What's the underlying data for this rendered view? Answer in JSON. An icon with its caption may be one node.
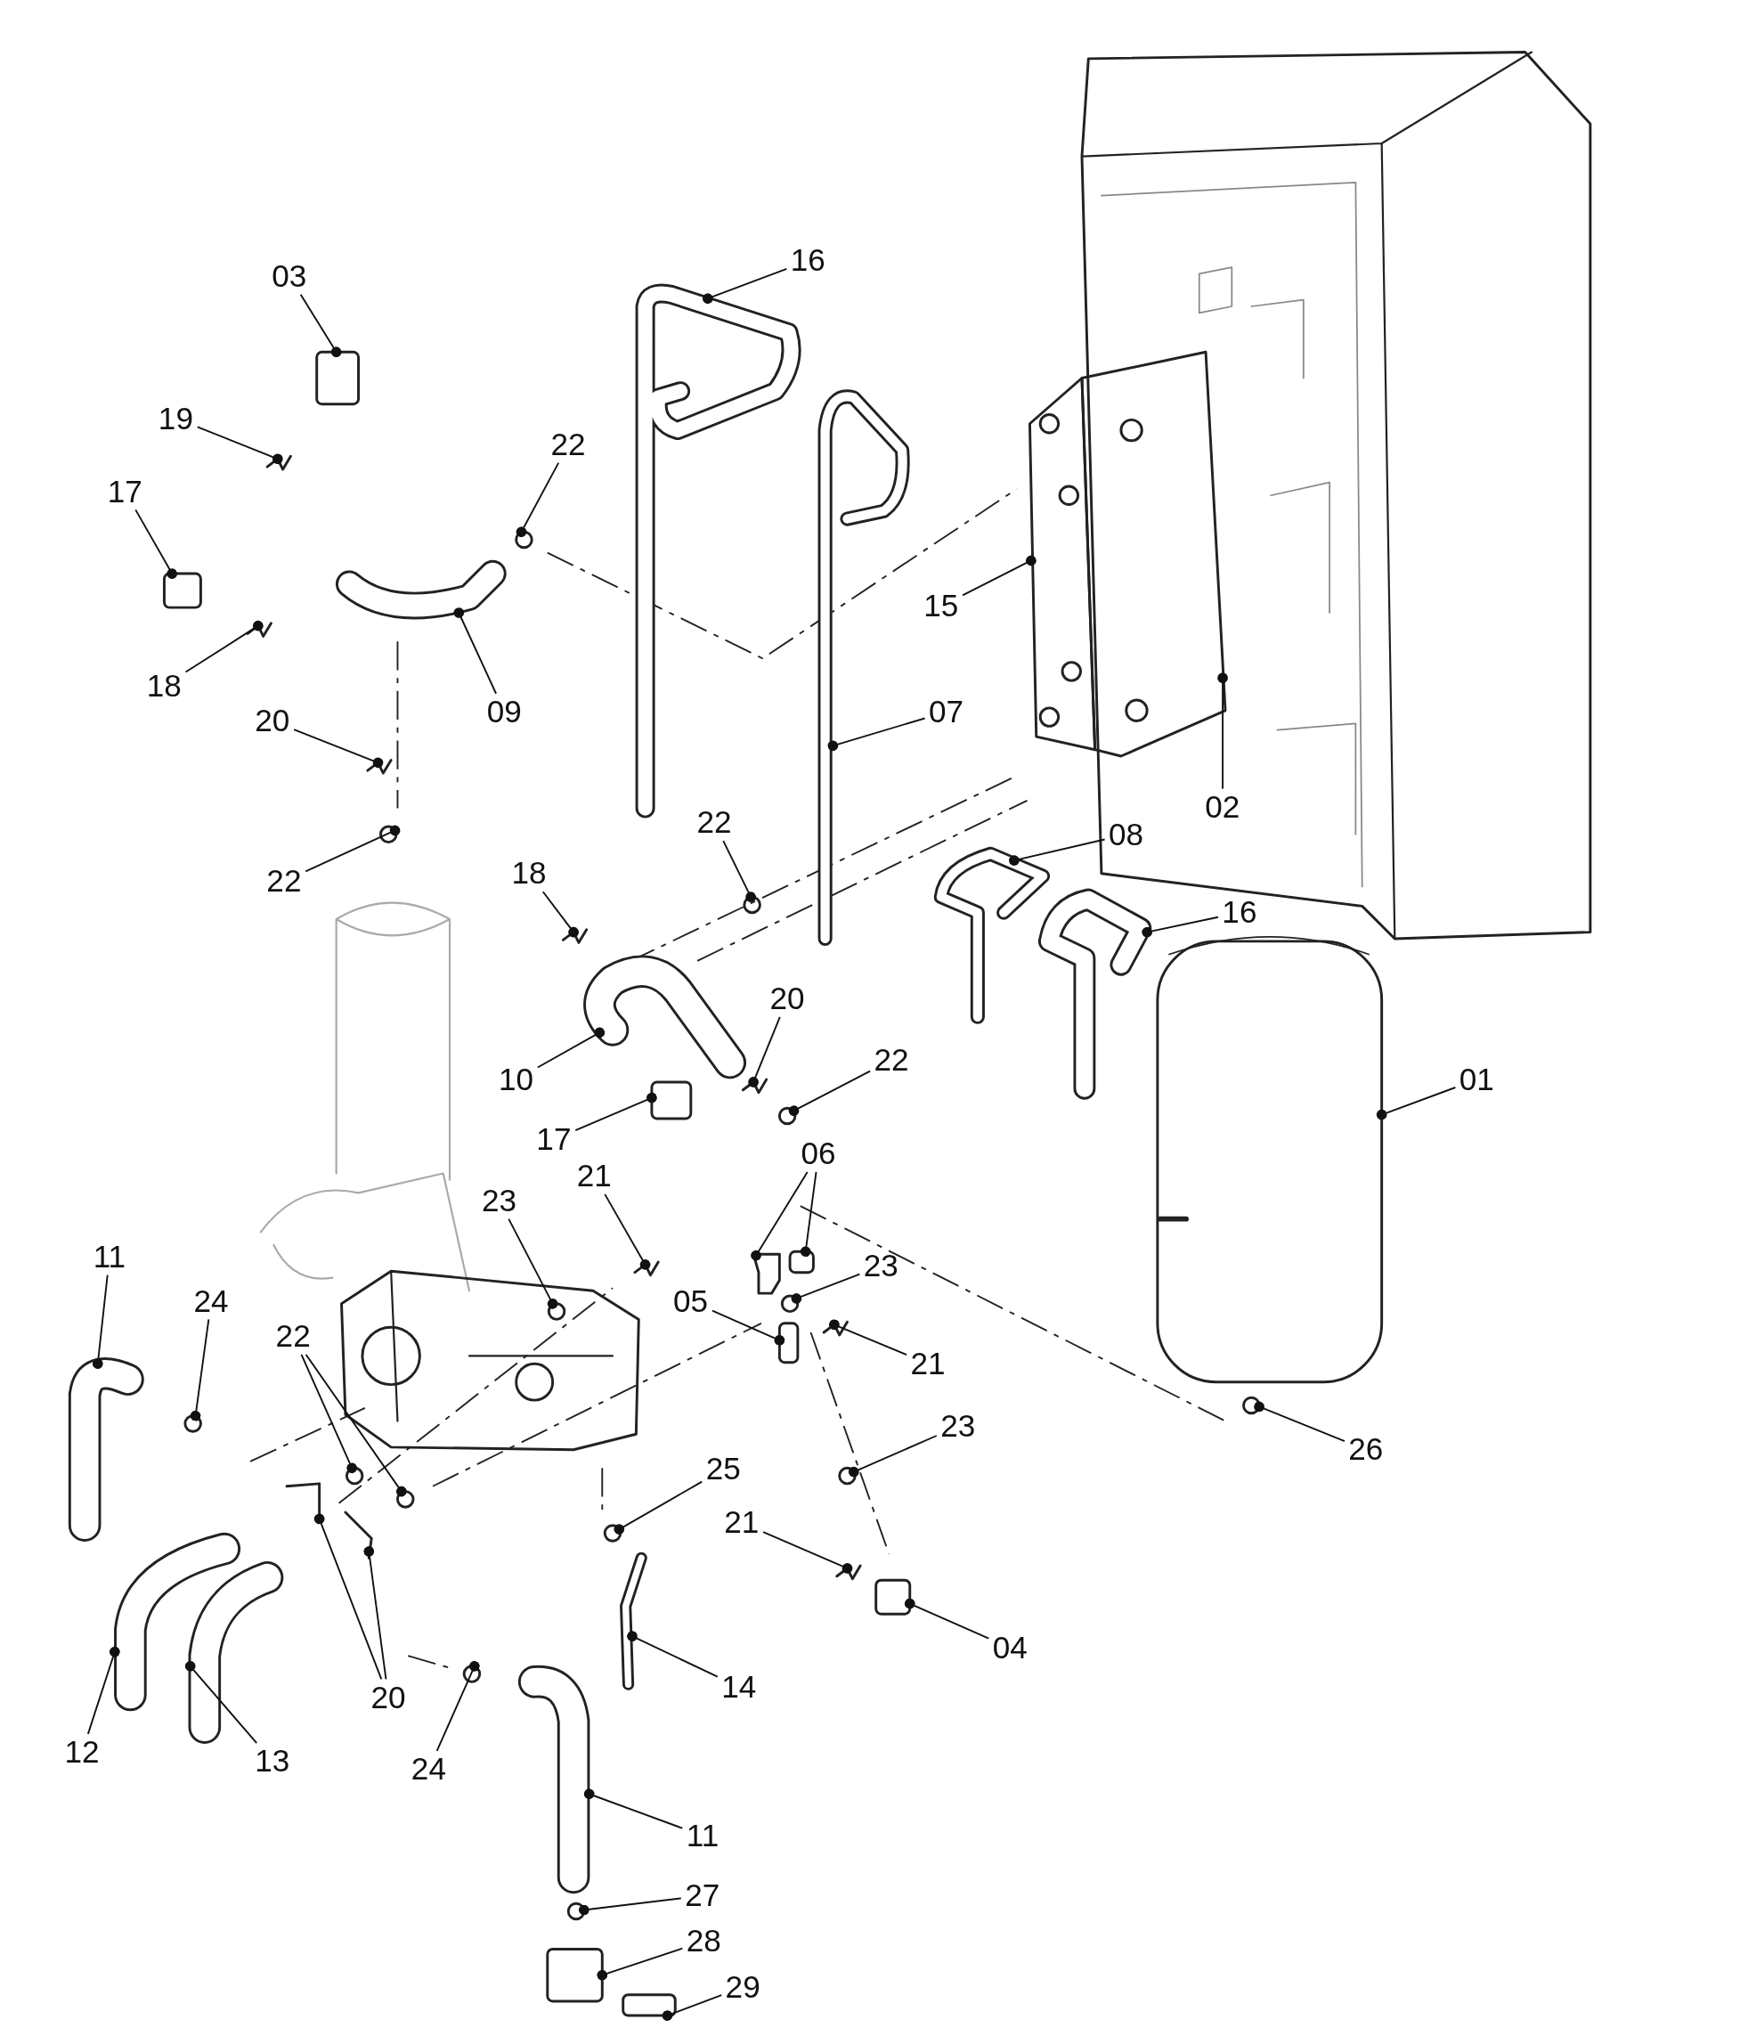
{
  "diagram": {
    "nodes": [
      {
        "text": [
          "16"
        ]
      },
      {
        "text": [
          "03"
        ]
      },
      {
        "text": [
          "22"
        ]
      },
      {
        "text": [
          "19"
        ]
      },
      {
        "text": [
          "17"
        ]
      },
      {
        "text": [
          "15"
        ]
      },
      {
        "text": [
          "18"
        ]
      },
      {
        "text": [
          "09"
        ]
      },
      {
        "text": [
          "07"
        ]
      },
      {
        "text": [
          "20"
        ]
      },
      {
        "text": [
          "02"
        ]
      },
      {
        "text": [
          "22"
        ]
      },
      {
        "text": [
          "22"
        ]
      },
      {
        "text": [
          "08"
        ]
      },
      {
        "text": [
          "18"
        ]
      },
      {
        "text": [
          "16"
        ]
      },
      {
        "text": [
          "20"
        ]
      },
      {
        "text": [
          "10"
        ]
      },
      {
        "text": [
          "01"
        ]
      },
      {
        "text": [
          "22"
        ]
      },
      {
        "text": [
          "17"
        ]
      },
      {
        "text": [
          "06"
        ]
      },
      {
        "text": [
          "21"
        ]
      },
      {
        "text": [
          "23"
        ]
      },
      {
        "text": [
          "11"
        ]
      },
      {
        "text": [
          "23"
        ]
      },
      {
        "text": [
          "24"
        ]
      },
      {
        "text": [
          "05"
        ]
      },
      {
        "text": [
          "22"
        ]
      },
      {
        "text": [
          "21"
        ]
      },
      {
        "text": [
          "23"
        ]
      },
      {
        "text": [
          "26"
        ]
      },
      {
        "text": [
          "25"
        ]
      },
      {
        "text": [
          "21"
        ]
      },
      {
        "text": [
          "04"
        ]
      },
      {
        "text": [
          "14"
        ]
      },
      {
        "text": [
          "20"
        ]
      },
      {
        "text": [
          "12"
        ]
      },
      {
        "text": [
          "13"
        ]
      },
      {
        "text": [
          "24"
        ]
      },
      {
        "text": [
          "11"
        ]
      },
      {
        "text": [
          "27"
        ]
      },
      {
        "text": [
          "28"
        ]
      },
      {
        "text": [
          "29"
        ]
      },
      {
        "text": [],
        "shape": "picture"
      },
      {
        "text": [],
        "shape": "box"
      },
      {
        "text": [],
        "shape": "circle"
      },
      {
        "text": [],
        "shape": "picture"
      },
      {
        "text": [],
        "shape": "box"
      },
      {
        "text": [],
        "shape": "picture"
      },
      {
        "text": [],
        "shape": "picture"
      },
      {
        "text": [],
        "shape": "picture"
      },
      {
        "text": [],
        "shape": "picture"
      },
      {
        "text": [],
        "shape": "picture"
      },
      {
        "text": [],
        "shape": "picture"
      },
      {
        "text": [],
        "shape": "circle"
      },
      {
        "text": [],
        "shape": "circle"
      },
      {
        "text": [],
        "shape": "picture"
      },
      {
        "text": [],
        "shape": "picture"
      },
      {
        "text": [],
        "shape": "picture"
      },
      {
        "text": [],
        "shape": "picture"
      },
      {
        "text": [],
        "shape": "picture"
      },
      {
        "text": [],
        "shape": "picture"
      },
      {
        "text": [],
        "shape": "circle"
      },
      {
        "text": [],
        "shape": "box"
      },
      {
        "text": [],
        "shape": "picture"
      },
      {
        "text": [],
        "shape": "box"
      },
      {
        "text": [],
        "shape": "picture"
      },
      {
        "text": [],
        "shape": "circle"
      },
      {
        "text": [],
        "shape": "picture"
      },
      {
        "text": [],
        "shape": "circle"
      },
      {
        "text": [],
        "shape": "circle"
      },
      {
        "text": [],
        "shape": "box"
      },
      {
        "text": [],
        "shape": "circle"
      },
      {
        "text": [],
        "shape": "circle"
      },
      {
        "text": [],
        "shape": "picture"
      },
      {
        "text": [],
        "shape": "circle"
      },
      {
        "text": [],
        "shape": "circle"
      },
      {
        "text": [],
        "shape": "circle"
      },
      {
        "text": [],
        "shape": "picture"
      },
      {
        "text": [],
        "shape": "box"
      },
      {
        "text": [],
        "shape": "picture"
      },
      {
        "text": [],
        "shape": "picture"
      },
      {
        "text": [],
        "shape": "picture"
      },
      {
        "text": [],
        "shape": "picture"
      },
      {
        "text": [],
        "shape": "picture"
      },
      {
        "text": [],
        "shape": "circle"
      },
      {
        "text": [],
        "shape": "picture"
      },
      {
        "text": [],
        "shape": "circle"
      },
      {
        "text": [],
        "shape": "box"
      },
      {
        "text": [],
        "shape": "box"
      }
    ],
    "edges": [
      {
        "from": 0,
        "to": 44,
        "arrow": "other"
      },
      {
        "from": 1,
        "to": 45,
        "arrow": "other"
      },
      {
        "from": 2,
        "to": 46,
        "arrow": "other"
      },
      {
        "from": 3,
        "to": 47,
        "arrow": "other"
      },
      {
        "from": 4,
        "to": 48,
        "arrow": "other"
      },
      {
        "from": 5,
        "to": 49,
        "arrow": "other"
      },
      {
        "from": 6,
        "to": 50,
        "arrow": "other"
      },
      {
        "from": 7,
        "to": 51,
        "arrow": "other"
      },
      {
        "from": 8,
        "to": 52,
        "arrow": "other"
      },
      {
        "from": 9,
        "to": 53,
        "arrow": "other"
      },
      {
        "from": 10,
        "to": 54,
        "arrow": "other"
      },
      {
        "from": 11,
        "to": 55,
        "arrow": "other"
      },
      {
        "from": 12,
        "to": 56,
        "arrow": "other"
      },
      {
        "from": 13,
        "to": 57,
        "arrow": "other"
      },
      {
        "from": 14,
        "to": 58,
        "arrow": "other"
      },
      {
        "from": 15,
        "to": 59,
        "arrow": "other"
      },
      {
        "from": 16,
        "to": 60,
        "arrow": "other"
      },
      {
        "from": 17,
        "to": 61,
        "arrow": "other"
      },
      {
        "from": 18,
        "to": 62,
        "arrow": "other"
      },
      {
        "from": 19,
        "to": 63,
        "arrow": "other"
      },
      {
        "from": 20,
        "to": 64,
        "arrow": "other"
      },
      {
        "from": 21,
        "to": 65,
        "arrow": "other"
      },
      {
        "from": 21,
        "to": 66,
        "arrow": "other"
      },
      {
        "from": 22,
        "to": 67,
        "arrow": "other"
      },
      {
        "from": 23,
        "to": 68,
        "arrow": "other"
      },
      {
        "from": 24,
        "to": 69,
        "arrow": "other"
      },
      {
        "from": 25,
        "to": 70,
        "arrow": "other"
      },
      {
        "from": 26,
        "to": 71,
        "arrow": "other"
      },
      {
        "from": 27,
        "to": 72,
        "arrow": "other"
      },
      {
        "from": 28,
        "to": 73,
        "arrow": "other"
      },
      {
        "from": 28,
        "to": 74,
        "arrow": "other"
      },
      {
        "from": 29,
        "to": 75,
        "arrow": "other"
      },
      {
        "from": 30,
        "to": 76,
        "arrow": "other"
      },
      {
        "from": 31,
        "to": 77,
        "arrow": "other"
      },
      {
        "from": 32,
        "to": 78,
        "arrow": "other"
      },
      {
        "from": 33,
        "to": 79,
        "arrow": "other"
      },
      {
        "from": 34,
        "to": 80,
        "arrow": "other"
      },
      {
        "from": 35,
        "to": 81,
        "arrow": "other"
      },
      {
        "from": 36,
        "to": 82,
        "arrow": "other"
      },
      {
        "from": 36,
        "to": 83,
        "arrow": "other"
      },
      {
        "from": 37,
        "to": 84,
        "arrow": "other"
      },
      {
        "from": 38,
        "to": 85,
        "arrow": "other"
      },
      {
        "from": 39,
        "to": 86,
        "arrow": "other"
      },
      {
        "from": 40,
        "to": 87,
        "arrow": "other"
      },
      {
        "from": 41,
        "to": 88,
        "arrow": "other"
      },
      {
        "from": 42,
        "to": 89,
        "arrow": "other"
      },
      {
        "from": 43,
        "to": 90,
        "arrow": "other"
      }
    ]
  }
}
